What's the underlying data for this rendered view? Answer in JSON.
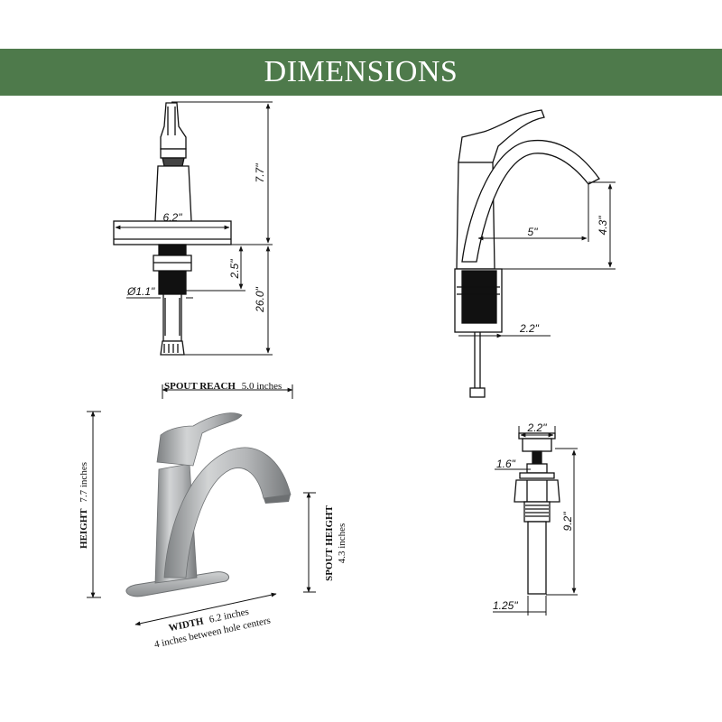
{
  "banner": {
    "title": "DIMENSIONS"
  },
  "front_view": {
    "height": "7.7\"",
    "deck_width": "6.2\"",
    "shank_length": "2.5\"",
    "shank_diameter": "Ø1.1\"",
    "supply_length": "26.0\""
  },
  "side_view": {
    "spout_reach": "5\"",
    "spout_height": "4.3\"",
    "base_diameter": "2.2\""
  },
  "product_view": {
    "spout_reach_label": "SPOUT REACH",
    "spout_reach_value": "5.0 inches",
    "height_label": "HEIGHT",
    "height_value": "7.7 inches",
    "spout_height_label": "SPOUT HEIGHT",
    "spout_height_value": "4.3 inches",
    "width_label": "WIDTH",
    "width_value": "6.2 inches",
    "hole_centers": "4 inches between hole centers"
  },
  "drain_view": {
    "top_diameter": "2.2\"",
    "flange_height": "1.6\"",
    "total_length": "9.2\"",
    "tailpiece_diameter": "1.25\""
  },
  "colors": {
    "banner": "#4e7a4b",
    "line": "#111111",
    "metal": "#a9abad"
  }
}
